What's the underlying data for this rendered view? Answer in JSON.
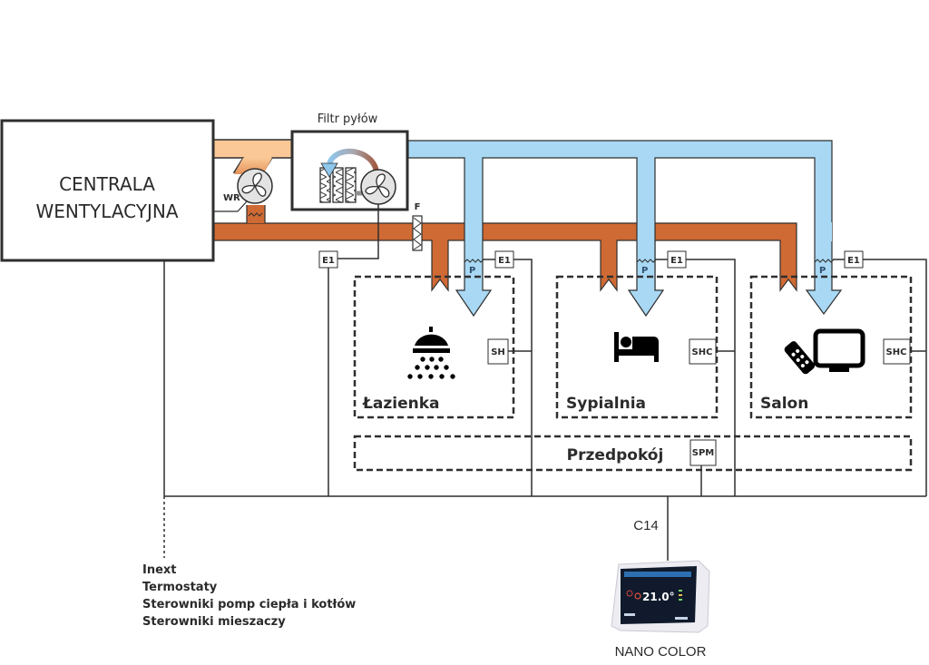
{
  "colors": {
    "supply_air": "#a8d8f4",
    "extract_air": "#cf6a34",
    "fresh_air": "#f9c896",
    "line": "#2f2f2f"
  },
  "central_unit": {
    "line1": "CENTRALA",
    "line2": "WENTYLACYJNA"
  },
  "filter_unit": {
    "title": "Filtr pyłów"
  },
  "labels": {
    "recuperator_fan": "WR",
    "filter": "F",
    "e1": "E1",
    "damper": "P",
    "bus": "C14"
  },
  "rooms": [
    {
      "name": "Łazienka",
      "sensor": "SH",
      "icon": "shower-icon"
    },
    {
      "name": "Sypialnia",
      "sensor": "SHC",
      "icon": "bed-icon"
    },
    {
      "name": "Salon",
      "sensor": "SHC",
      "icon": "tv-remote-icon"
    }
  ],
  "hallway": {
    "name": "Przedpokój",
    "sensor": "SPM"
  },
  "external_devices": [
    "Inext",
    "Termostaty",
    "Sterowniki pomp ciepła i kotłów",
    "Sterowniki mieszaczy"
  ],
  "controller": {
    "name": "NANO COLOR",
    "screen_temperature": "21.0°"
  }
}
